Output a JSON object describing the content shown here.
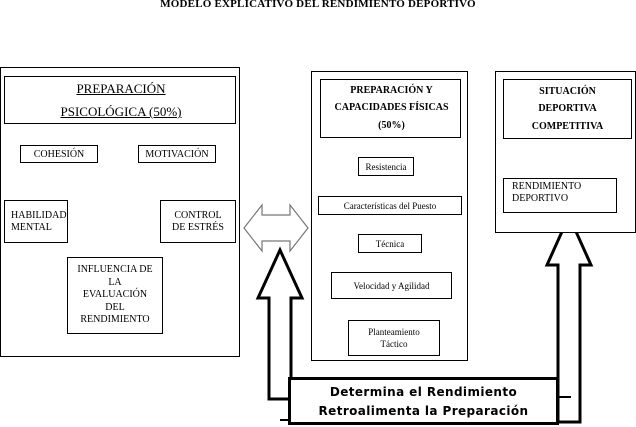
{
  "title": "MODELO EXPLICATIVO DEL RENDIMIENTO DEPORTIVO",
  "prep_psicologica": {
    "heading_line1": "PREPARACIÓN",
    "heading_line2": "PSICOLÓGICA (50%)",
    "cohesion": "COHESIÓN",
    "motivacion": "MOTIVACIÓN",
    "habilidad": "HABILIDAD MENTAL",
    "control": "CONTROL DE ESTRÉS",
    "influencia": "INFLUENCIA DE LA EVALUACIÓN DEL RENDIMIENTO"
  },
  "prep_fisica": {
    "heading_line1": "PREPARACIÓN Y",
    "heading_line2": "CAPACIDADES FÍSICAS",
    "heading_line3": "(50%)",
    "items": [
      "Resistencia",
      "Características del Puesto",
      "Técnica",
      "Velocidad y Agilidad",
      "Planteamiento Táctico"
    ]
  },
  "situacion": {
    "heading": "SITUACIÓN DEPORTIVA COMPETITIVA",
    "rendimiento": "RENDIMIENTO DEPORTIVO"
  },
  "feedback": {
    "line1": "Determina el Rendimiento",
    "line2": "Retroalimenta la Preparación"
  }
}
